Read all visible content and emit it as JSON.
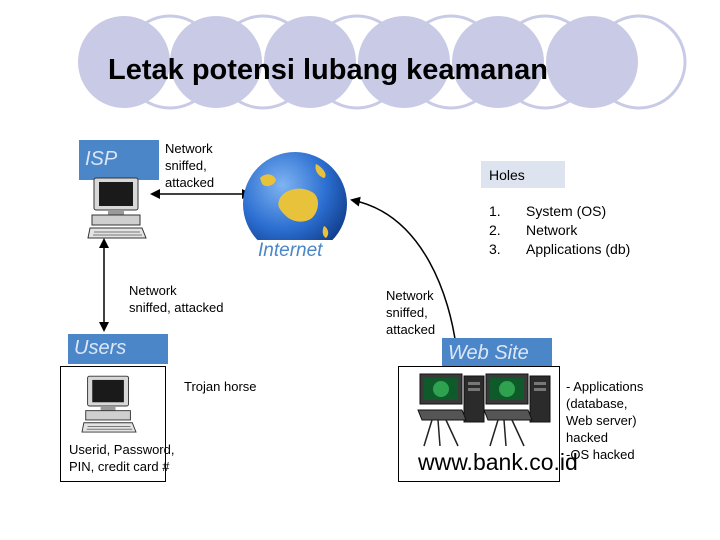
{
  "title": "Letak potensi lubang keamanan",
  "nodes": {
    "isp": "ISP",
    "internet": "Internet",
    "users": "Users",
    "website": "Web Site"
  },
  "links": {
    "isp_internet": [
      "Network",
      "sniffed,",
      "attacked"
    ],
    "isp_users": [
      "Network",
      "sniffed, attacked"
    ],
    "website_internet": [
      "Network",
      "sniffed,",
      "attacked"
    ]
  },
  "holes": {
    "label": "Holes",
    "items": [
      {
        "num": "1.",
        "text": "System (OS)"
      },
      {
        "num": "2.",
        "text": "Network"
      },
      {
        "num": "3.",
        "text": "Applications (db)"
      }
    ]
  },
  "users_box": {
    "trojan": "Trojan horse",
    "credentials": [
      "Userid, Password,",
      "PIN, credit card #"
    ]
  },
  "website_box": {
    "url": "www.bank.co.id",
    "notes": [
      "- Applications",
      "(database,",
      "Web server)",
      "hacked",
      "-OS hacked"
    ]
  },
  "colors": {
    "accent": "#4a86c8",
    "circle": "#c9cbe6",
    "holes_label_bg": "#dde3ef",
    "globe": "#2c6fd1",
    "land": "#e8c23a"
  },
  "icons": [
    "desktop-computer-icon",
    "globe-icon"
  ]
}
